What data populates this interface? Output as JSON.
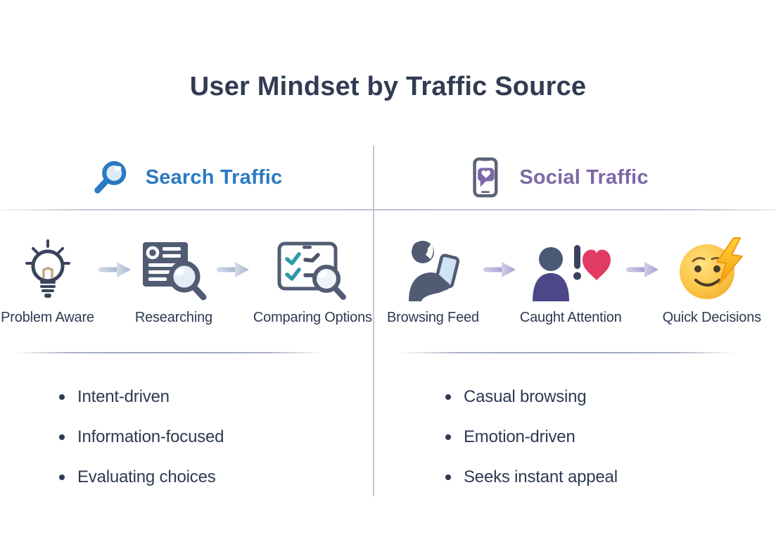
{
  "title": "User Mindset by Traffic Source",
  "colors": {
    "title_text": "#313b52",
    "search_accent": "#2b7ac0",
    "social_accent": "#7c68a6",
    "divider": "#c2c8d4",
    "check_teal": "#2e9aa8",
    "heart_pink": "#e13b63",
    "icon_slate": "#515c73"
  },
  "search_column": {
    "header": {
      "label": "Search Traffic",
      "icon": "magnifier-icon"
    },
    "stages": [
      {
        "label": "Problem Aware",
        "icon": "lightbulb-icon"
      },
      {
        "label": "Researching",
        "icon": "document-magnifier-icon"
      },
      {
        "label": "Comparing Options",
        "icon": "checklist-magnifier-icon"
      }
    ],
    "bullets": [
      "Intent-driven",
      "Information-focused",
      "Evaluating choices"
    ]
  },
  "social_column": {
    "header": {
      "label": "Social Traffic",
      "icon": "phone-heart-icon"
    },
    "stages": [
      {
        "label": "Browsing Feed",
        "icon": "person-phone-icon"
      },
      {
        "label": "Caught Attention",
        "icon": "person-alert-heart-icon"
      },
      {
        "label": "Quick Decisions",
        "icon": "smiley-lightning-icon"
      }
    ],
    "bullets": [
      "Casual browsing",
      "Emotion-driven",
      "Seeks instant appeal"
    ]
  }
}
